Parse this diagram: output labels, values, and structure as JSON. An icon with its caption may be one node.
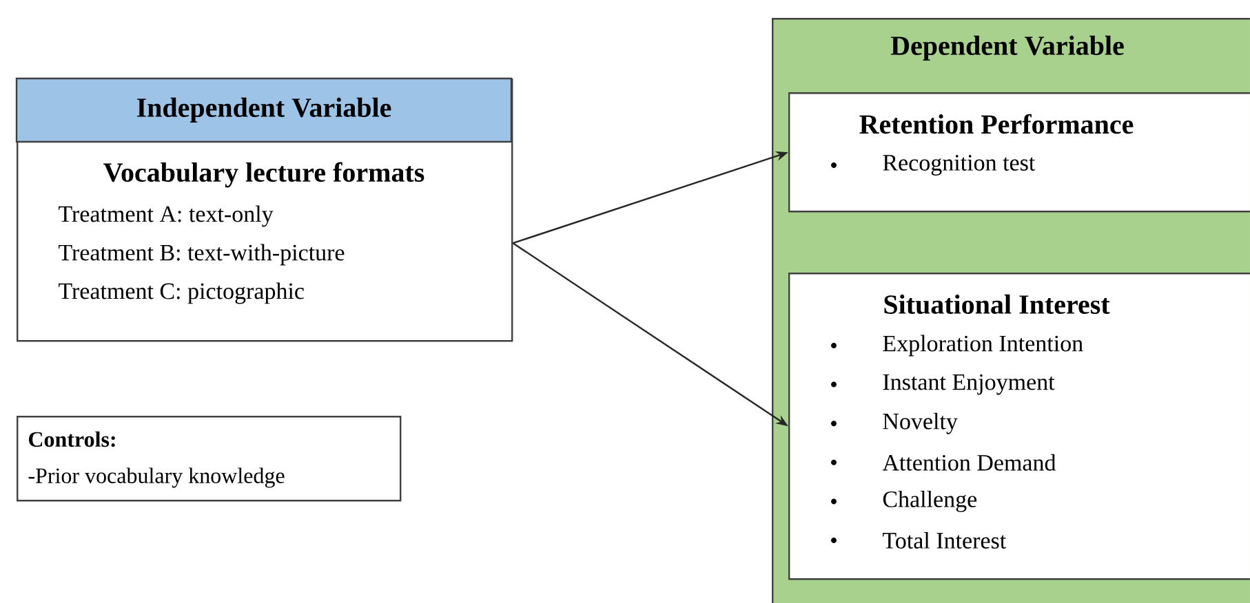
{
  "diagram": {
    "nodes": [
      {
        "text": [
          "Independent Variable",
          "Vocabulary lecture formats",
          "Treatment A: text-only",
          "Treatment B: text-with-picture",
          "Treatment C: pictographic"
        ]
      },
      {
        "text": [
          "Controls:",
          "-Prior vocabulary knowledge"
        ]
      },
      {
        "text": [
          "Dependent Variable"
        ]
      },
      {
        "text": [
          "Retention Performance",
          "Recognition test"
        ],
        "in": 2
      },
      {
        "text": [
          "Situational Interest",
          "Exploration Intention",
          "Instant Enjoyment",
          "Novelty",
          "Attention Demand",
          "Challenge",
          "Total Interest"
        ],
        "in": 2
      }
    ],
    "edges": [
      {
        "from": 0,
        "to": 3,
        "arrow": "to"
      },
      {
        "from": 0,
        "to": 4,
        "arrow": "to"
      }
    ]
  }
}
